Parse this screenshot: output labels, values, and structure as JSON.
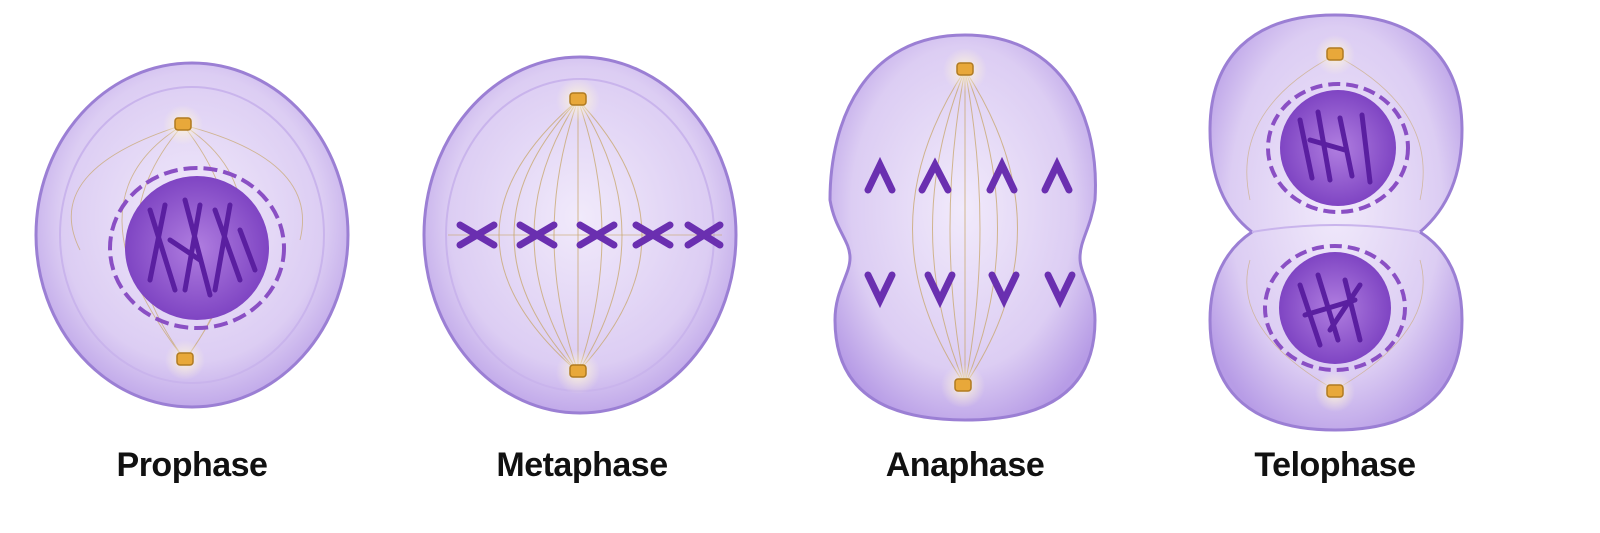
{
  "phases": [
    {
      "id": "prophase",
      "label": "Prophase"
    },
    {
      "id": "metaphase",
      "label": "Metaphase"
    },
    {
      "id": "anaphase",
      "label": "Anaphase"
    },
    {
      "id": "telophase",
      "label": "Telophase"
    }
  ],
  "colors": {
    "cytoplasm_fill": "#d9c9f0",
    "cytoplasm_edge": "#9b7fd4",
    "membrane": "#b59be0",
    "nucleus": "#8a4fc4",
    "chromosome": "#6a2fb0",
    "spindle": "#c8a66a",
    "centrosome": "#e8a83a"
  },
  "icons": [
    "cell-icon",
    "nucleus-icon",
    "chromosome-icon",
    "centrosome-icon",
    "spindle-fiber-icon"
  ]
}
